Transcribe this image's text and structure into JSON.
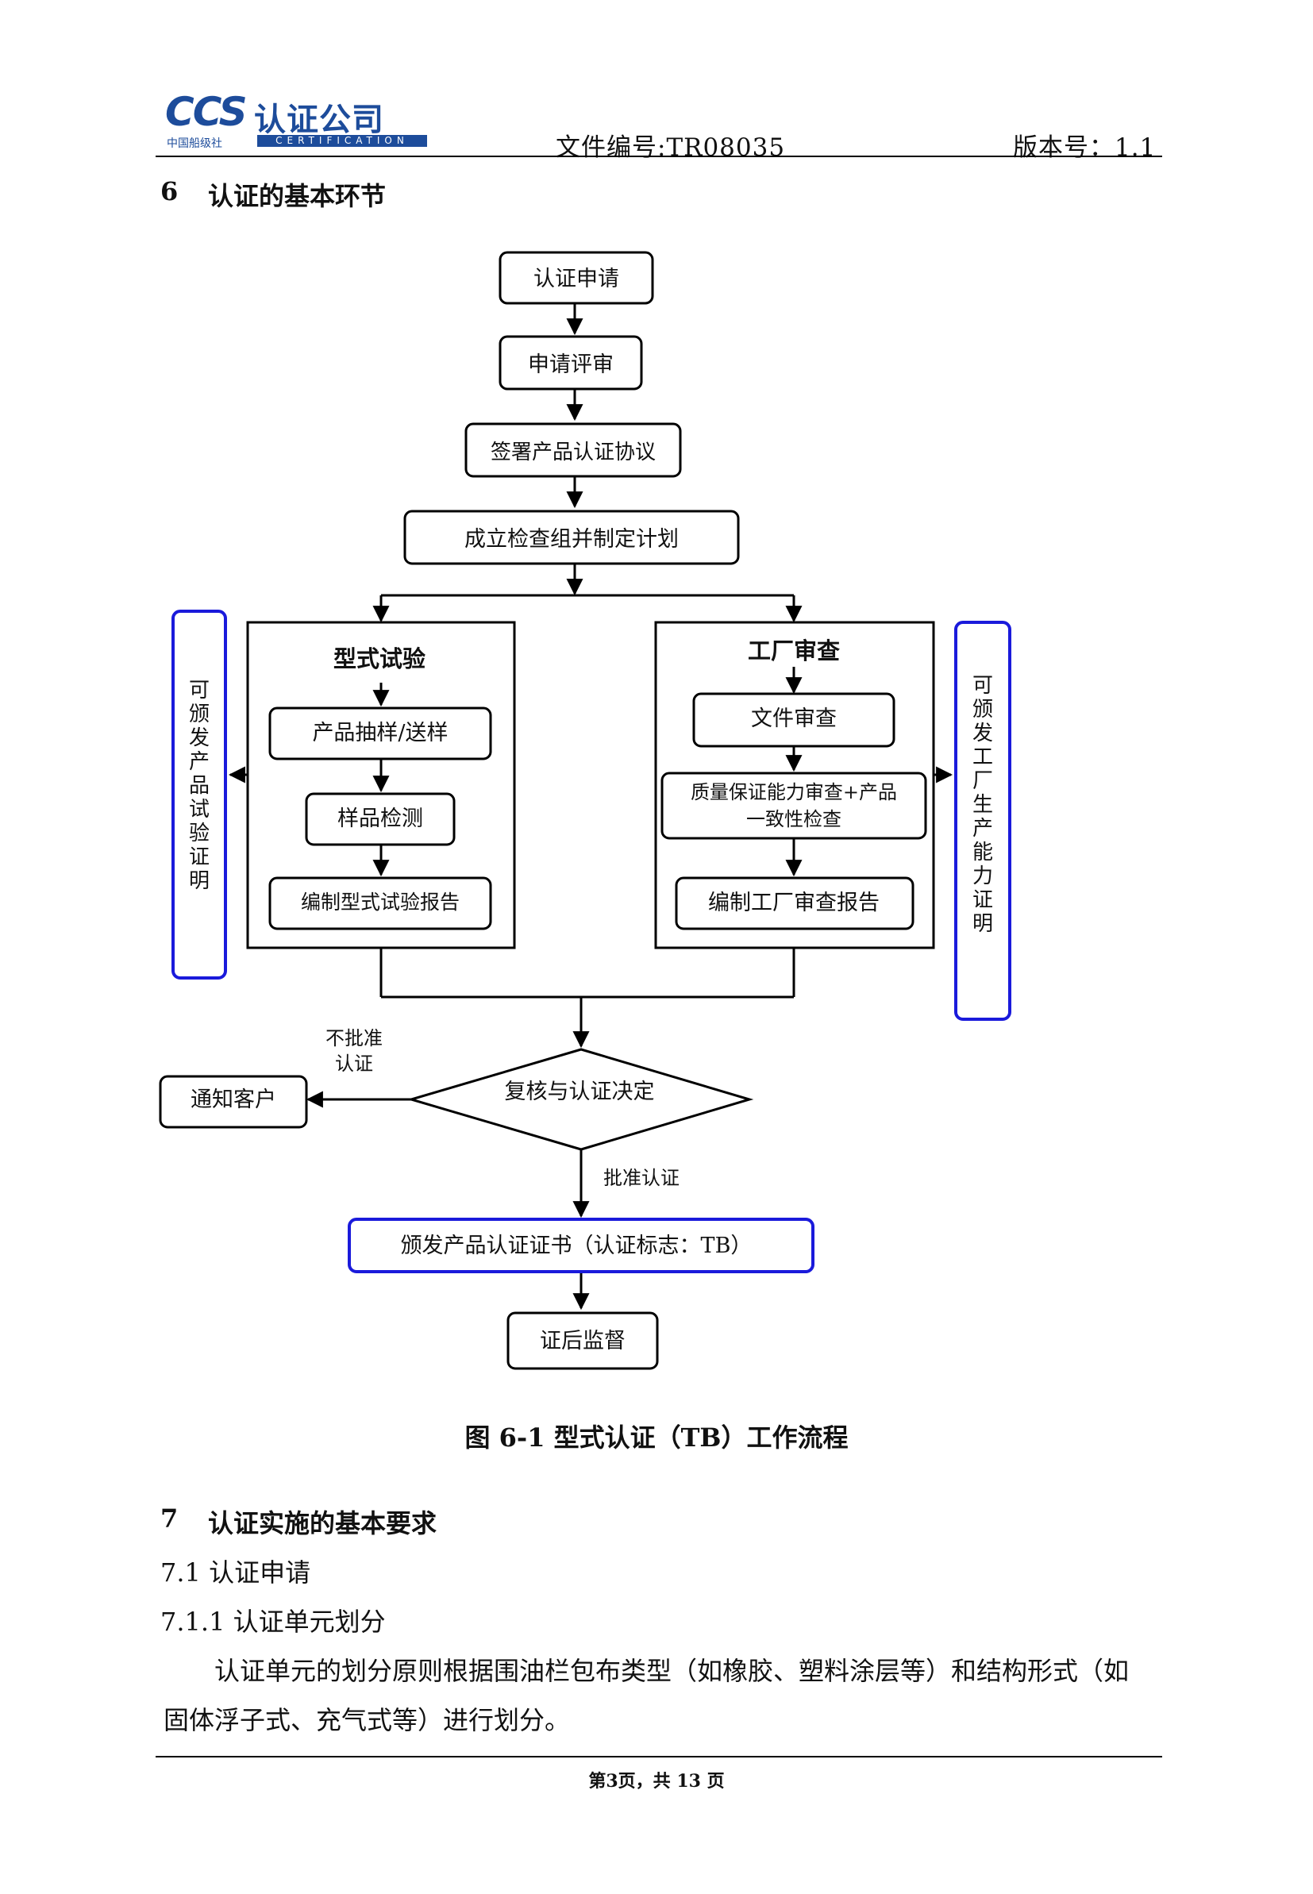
{
  "header": {
    "logo_letters": "CCS",
    "logo_name": "认证公司",
    "logo_sub": "中国船级社",
    "logo_cert": "CERTIFICATION",
    "doc_number": "文件编号:TR08035",
    "version": "版本号：1.1"
  },
  "section6": {
    "num": "6",
    "title": "认证的基本环节"
  },
  "flow": {
    "apply": "认证申请",
    "review_apply": "申请评审",
    "sign": "签署产品认证协议",
    "plan": "成立检查组并制定计划",
    "left_title": "型式试验",
    "sampling": "产品抽样/送样",
    "sample_test": "样品检测",
    "test_report": "编制型式试验报告",
    "right_title": "工厂审查",
    "doc_review": "文件审查",
    "qa_review_1": "质量保证能力审查+产品",
    "qa_review_2": "一致性检查",
    "audit_report": "编制工厂审查报告",
    "left_side": "可颁发产品试验证明",
    "right_side": "可颁发工厂生产能力证明",
    "reject_1": "不批准",
    "reject_2": "认证",
    "notify": "通知客户",
    "decision": "复核与认证决定",
    "approve": "批准认证",
    "issue": "颁发产品认证证书（认证标志：TB）",
    "surveillance": "证后监督"
  },
  "figure_caption": "图 6-1 型式认证（TB）工作流程",
  "section7": {
    "num": "7",
    "title": "认证实施的基本要求"
  },
  "s71": "7.1   认证申请",
  "s711": "7.1.1 认证单元划分",
  "para_line1": "认证单元的划分原则根据围油栏包布类型（如橡胶、塑料涂层等）和结构形式（如",
  "para_line2": "固体浮子式、充气式等）进行划分。",
  "footer": "第3页，共 13 页",
  "colors": {
    "logo_blue": "#1d4c9b",
    "highlight_border": "#1a1adb",
    "line": "#000000"
  }
}
